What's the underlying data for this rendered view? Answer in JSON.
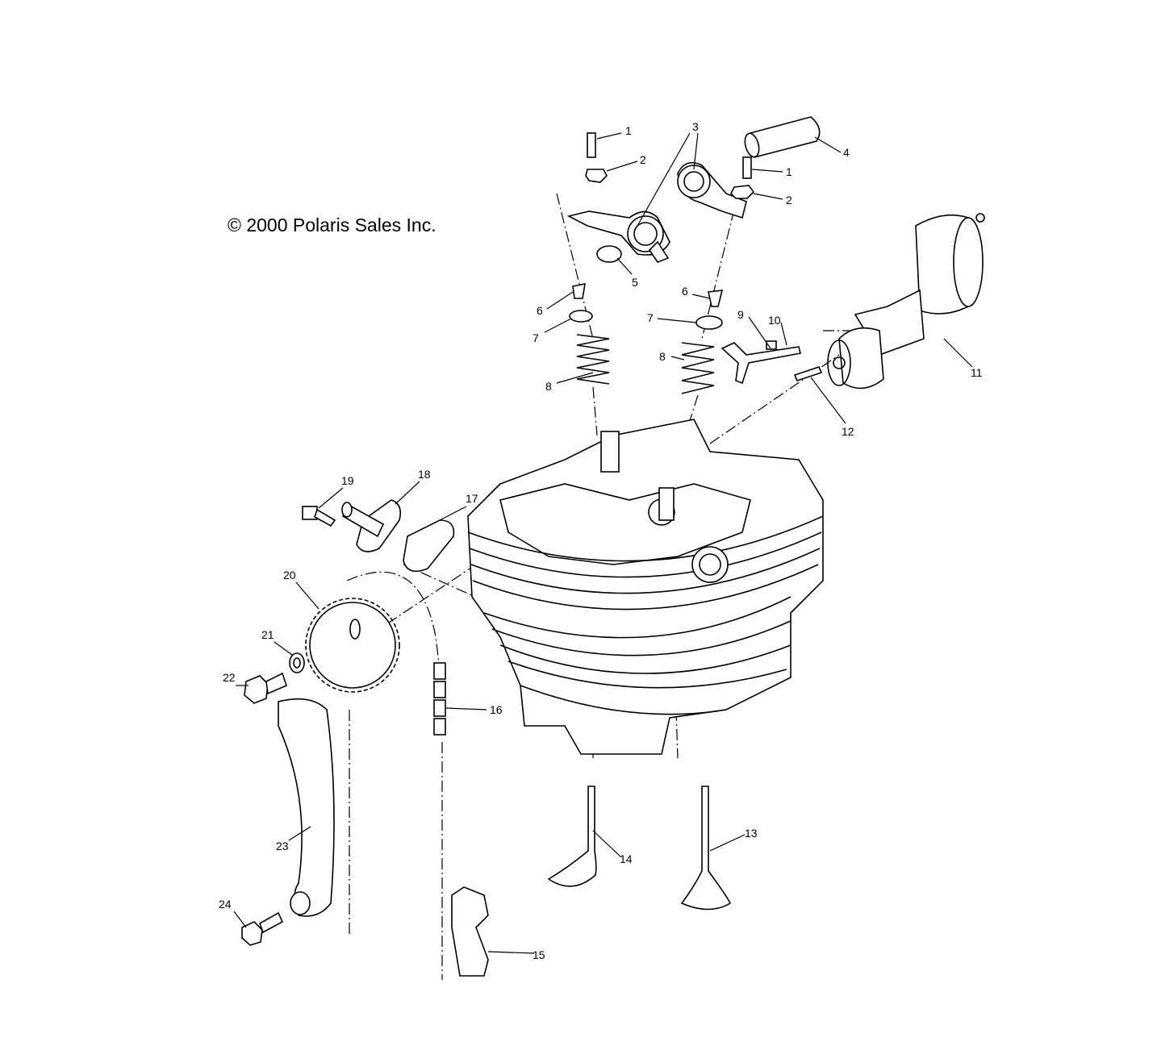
{
  "copyright": "© 2000 Polaris Sales Inc.",
  "callouts": [
    "1",
    "2",
    "3",
    "4",
    "1",
    "2",
    "5",
    "6",
    "6",
    "7",
    "7",
    "8",
    "8",
    "9",
    "10",
    "11",
    "12",
    "13",
    "14",
    "15",
    "16",
    "17",
    "18",
    "19",
    "20",
    "21",
    "22",
    "23",
    "24"
  ]
}
